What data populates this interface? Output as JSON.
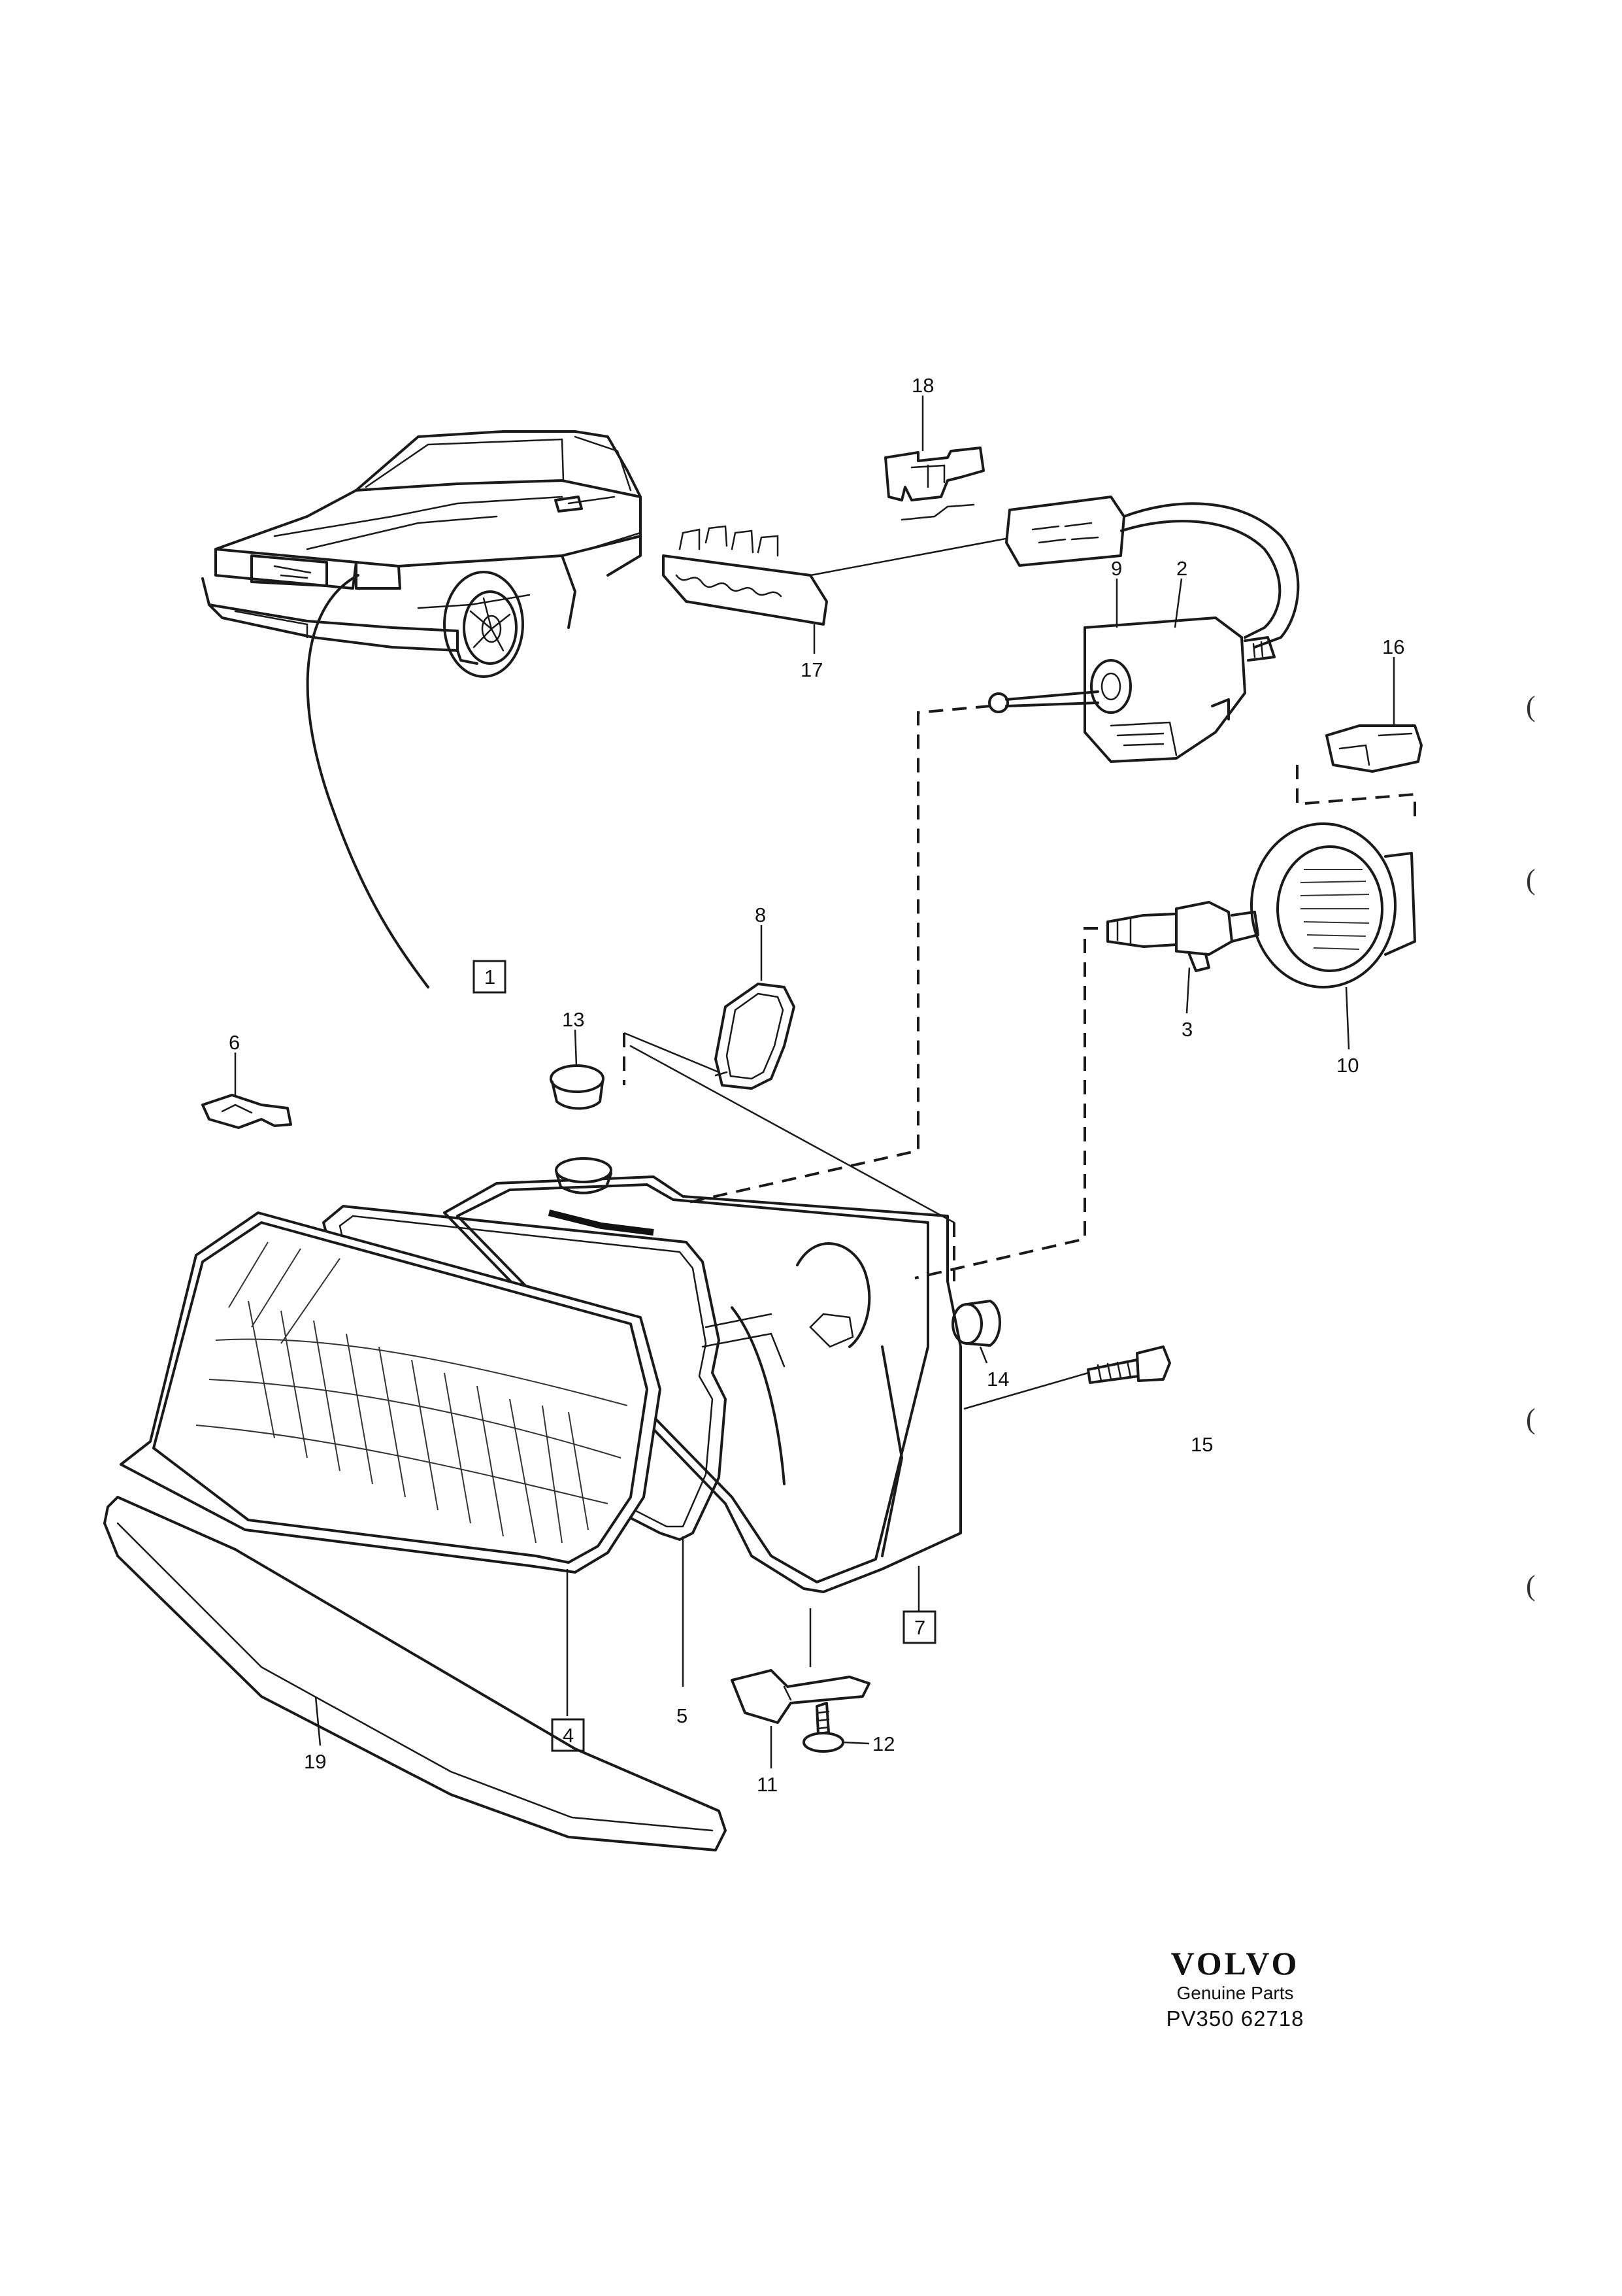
{
  "diagram": {
    "callouts": {
      "c1": "1",
      "c2": "2",
      "c3": "3",
      "c4": "4",
      "c5": "5",
      "c6": "6",
      "c7": "7",
      "c8": "8",
      "c9": "9",
      "c10": "10",
      "c11": "11",
      "c12": "12",
      "c13": "13",
      "c14": "14",
      "c15": "15",
      "c16": "16",
      "c17": "17",
      "c18": "18",
      "c19": "19"
    }
  },
  "brand": {
    "logo": "VOLVO",
    "subtitle": "Genuine Parts",
    "code": "PV350 62718"
  },
  "margin_marks": [
    "(",
    "(",
    "(",
    "("
  ]
}
